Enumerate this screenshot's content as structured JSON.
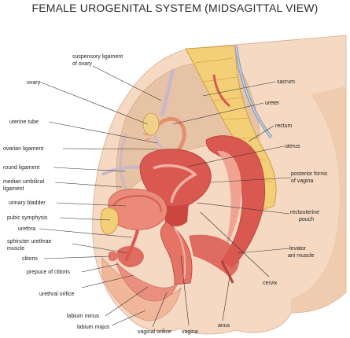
{
  "title": "FEMALE UROGENITAL SYSTEM (MIDSAGITTAL VIEW)",
  "labels": {
    "suspensory_ligament_1": "suspensory ligament",
    "suspensory_ligament_2": "of ovary",
    "ovary": "ovary",
    "uterine_tube": "uterine tube",
    "ovarian_ligament": "ovarian ligament",
    "round_ligament": "round ligament",
    "median_umbilical_1": "median umbilical",
    "median_umbilical_2": "ligament",
    "urinary_bladder": "urinary bladder",
    "pubic_symphysis": "pubic symphysis",
    "urethra": "urethra",
    "sphincter_1": "sphincter urethrae",
    "sphincter_2": "muscle",
    "clitoris": "clitoris",
    "prepuce": "prepuce of clitoris",
    "urethral_orifice": "urethral orifice",
    "labium_minus": "labium minus",
    "labium_majus": "labium majus",
    "vaginal_orifice": "vaginal orifice",
    "vagina": "vagina",
    "anus": "anus",
    "cervix": "cervix",
    "levator_1": "levator",
    "levator_2": "ani muscle",
    "rectouterine_1": "rectouterine",
    "rectouterine_2": "pouch",
    "posterior_fornix_1": "posterior fornix",
    "posterior_fornix_2": "of vagina",
    "uterus": "uterus",
    "rectum": "rectum",
    "ureter": "ureter",
    "sacrum": "sacrum"
  },
  "colors": {
    "skin": "#f6d9c2",
    "skin_shadow": "#e9b99a",
    "cavity": "#e8c2a6",
    "muscle": "#d9584f",
    "muscle_light": "#ec8a7a",
    "bone": "#f3cf78",
    "bone_edge": "#c9932f",
    "ligament": "#c9b8c6",
    "ovary": "#f1d08a"
  }
}
